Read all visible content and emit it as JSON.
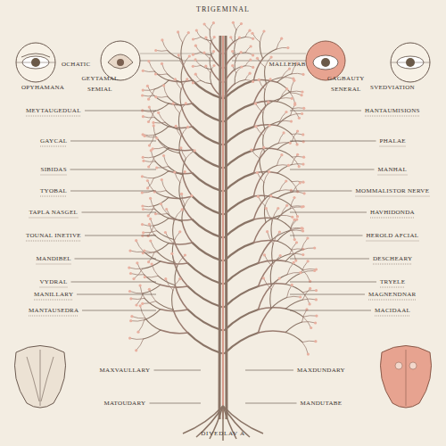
{
  "diagram": {
    "title": "TRIGEMINAL",
    "caption": "DIVEDLAV A",
    "labels": [
      "OCHATIC",
      "MALLEHAB",
      "OPYHAMANA",
      "GEYTAMAL",
      "SEMIAL",
      "SVEDVIATION",
      "GAGBAUTY",
      "SENERAL",
      "MEYTAUGEDUAL",
      "GAYCAL",
      "SIBIDAS",
      "TYOBAL",
      "TAPLA NASGEL",
      "TOUNAL INETIVE",
      "MANDIBEL",
      "VYDRAL",
      "MANILLARY",
      "MANTAUSEDRA",
      "MAXVAULLARY",
      "MATOUDARY",
      "HANTAUMISIONS",
      "PHALAE",
      "MANHAL",
      "MOMMALISTOR NERVE",
      "HAVHIDONDA",
      "HEROLD AFCIAL",
      "DESCHEARY",
      "TRYELE",
      "MAGNENDNAR",
      "MACIDAAL",
      "MAXDUNDARY",
      "MANDUTABE"
    ]
  }
}
